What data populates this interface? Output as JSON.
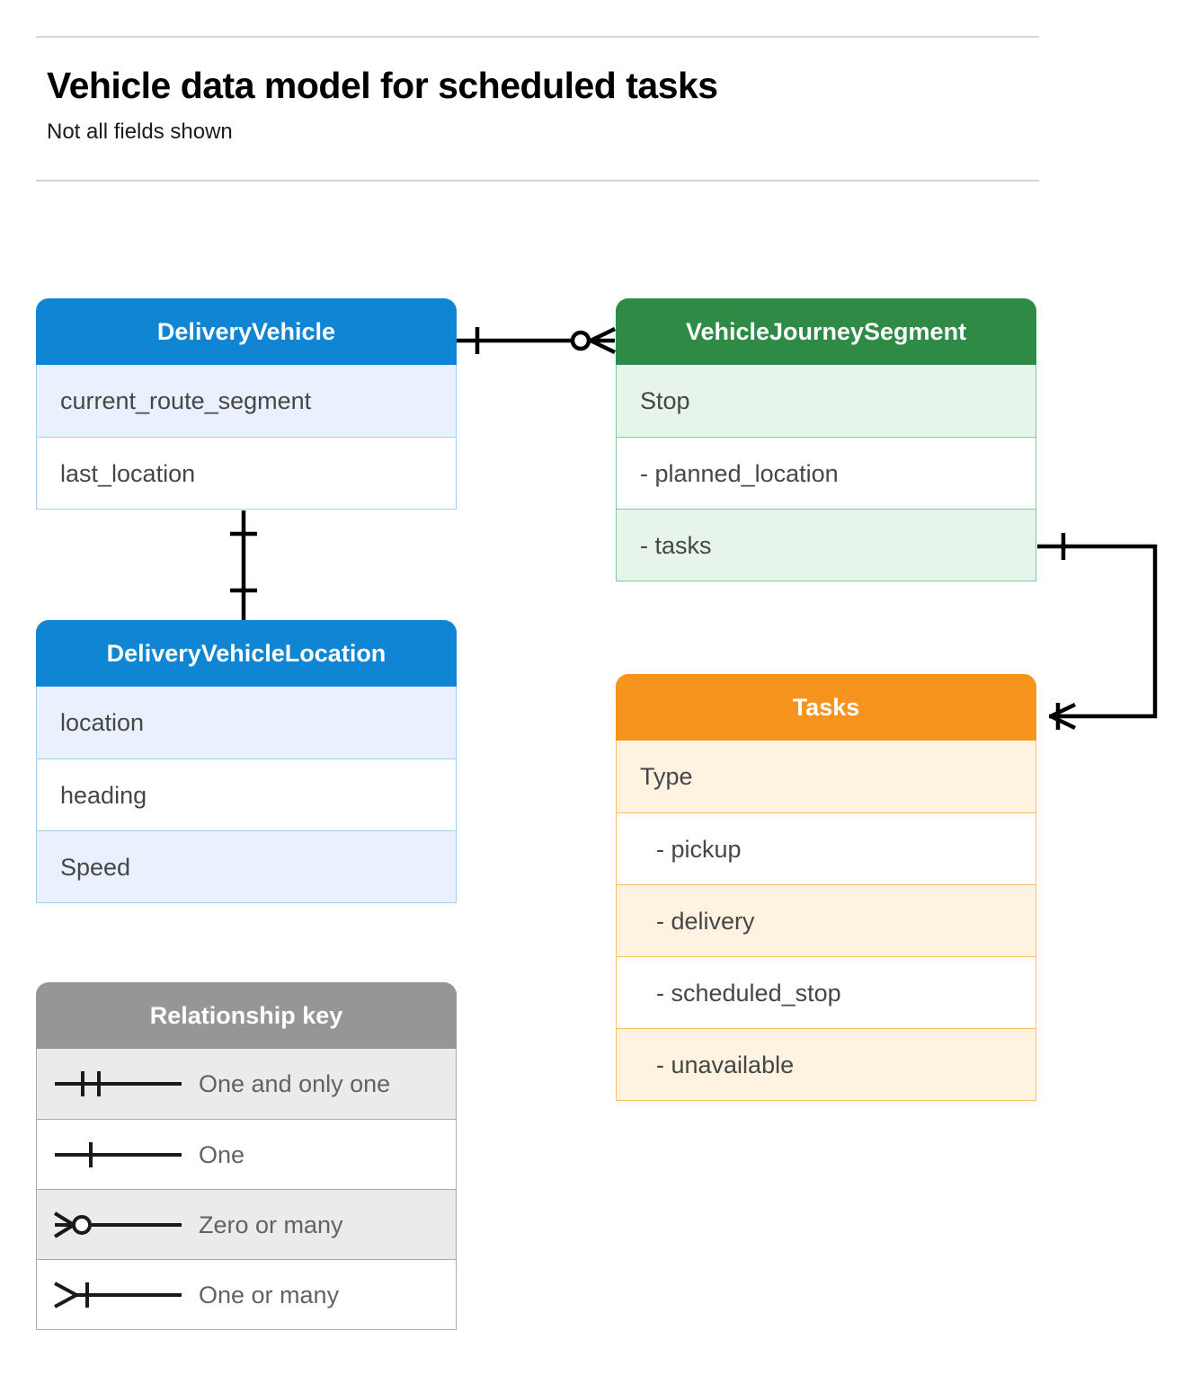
{
  "header": {
    "title": "Vehicle data model for scheduled tasks",
    "subtitle": "Not all fields shown"
  },
  "colors": {
    "blue_header": "#0f85d3",
    "blue_tint": "#e8f1fd",
    "blue_border": "#a4cdee",
    "green_header": "#2e8b45",
    "green_tint": "#e6f4ea",
    "green_border": "#88c79c",
    "orange_header": "#f7941e",
    "orange_tint": "#fdf3e0",
    "orange_border": "#fabe5e",
    "gray_header": "#969696",
    "gray_tint": "#ebebeb",
    "gray_border": "#a9a9a9",
    "connector": "#000000",
    "rule": "#d5d5d7",
    "row_text": "#444746"
  },
  "entities": {
    "delivery_vehicle": {
      "title": "DeliveryVehicle",
      "fields": [
        {
          "label": "current_route_segment"
        },
        {
          "label": "last_location"
        }
      ]
    },
    "vehicle_journey_segment": {
      "title": "VehicleJourneySegment",
      "fields": [
        {
          "label": "Stop"
        },
        {
          "label": "-  planned_location"
        },
        {
          "label": "- tasks"
        }
      ]
    },
    "delivery_vehicle_location": {
      "title": "DeliveryVehicleLocation",
      "fields": [
        {
          "label": "location"
        },
        {
          "label": "heading"
        },
        {
          "label": "Speed"
        }
      ]
    },
    "tasks": {
      "title": "Tasks",
      "fields": [
        {
          "label": "Type"
        },
        {
          "label": "-  pickup"
        },
        {
          "label": "-  delivery"
        },
        {
          "label": "-  scheduled_stop"
        },
        {
          "label": "-  unavailable"
        }
      ]
    }
  },
  "legend": {
    "title": "Relationship key",
    "items": [
      {
        "label": "One and only one",
        "symbol": "one-and-only-one-symbol"
      },
      {
        "label": "One",
        "symbol": "one-symbol"
      },
      {
        "label": "Zero or many",
        "symbol": "zero-or-many-symbol"
      },
      {
        "label": "One or many",
        "symbol": "one-or-many-symbol"
      }
    ]
  },
  "relationships": [
    {
      "name": "deliveryvehicle-to-vehiclejourneysegment",
      "from": "DeliveryVehicle",
      "to": "VehicleJourneySegment",
      "from_cardinality": "One",
      "to_cardinality": "Zero or many"
    },
    {
      "name": "deliveryvehicle-to-deliveryvehiclelocation",
      "from": "DeliveryVehicle",
      "to": "DeliveryVehicleLocation",
      "from_cardinality": "One",
      "to_cardinality": "One"
    },
    {
      "name": "vehiclejourneysegment-tasks-to-tasks",
      "from": "VehicleJourneySegment",
      "to": "Tasks",
      "from_cardinality": "One",
      "to_cardinality": "One or many"
    }
  ]
}
